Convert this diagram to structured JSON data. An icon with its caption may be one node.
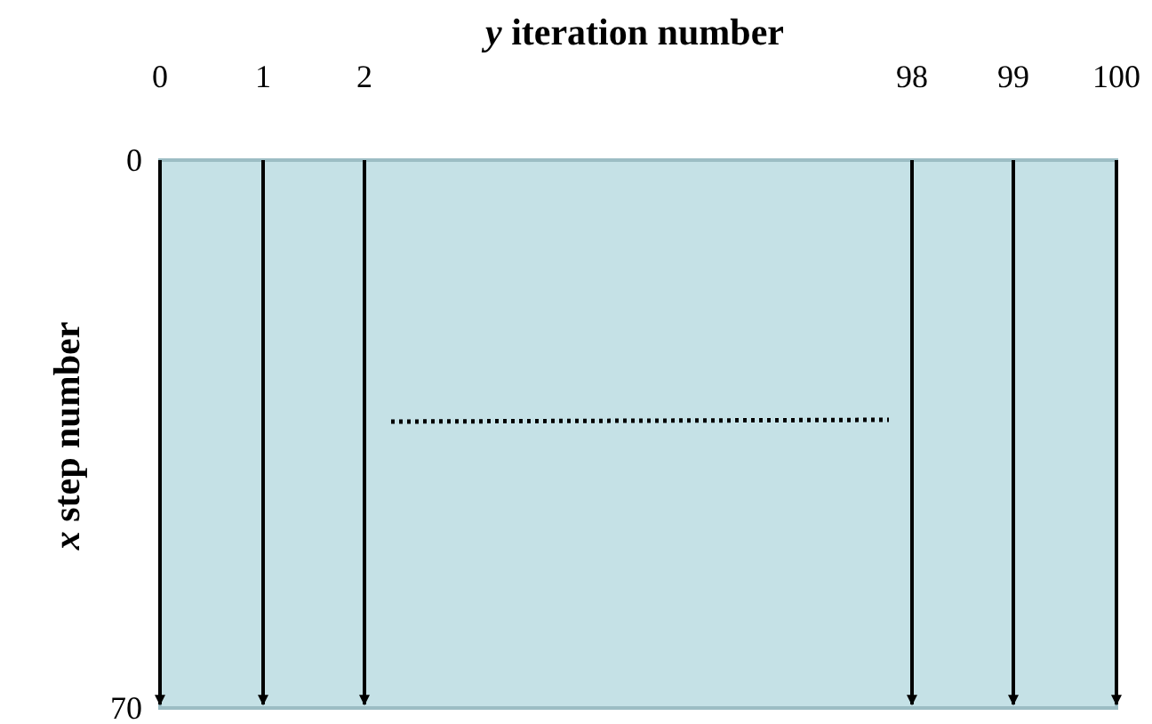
{
  "diagram": {
    "title": "*y* iteration number",
    "labels": [
      "*x* step number",
      "0",
      "1",
      "2",
      "98",
      "99",
      "100",
      "0",
      "70"
    ]
  }
}
